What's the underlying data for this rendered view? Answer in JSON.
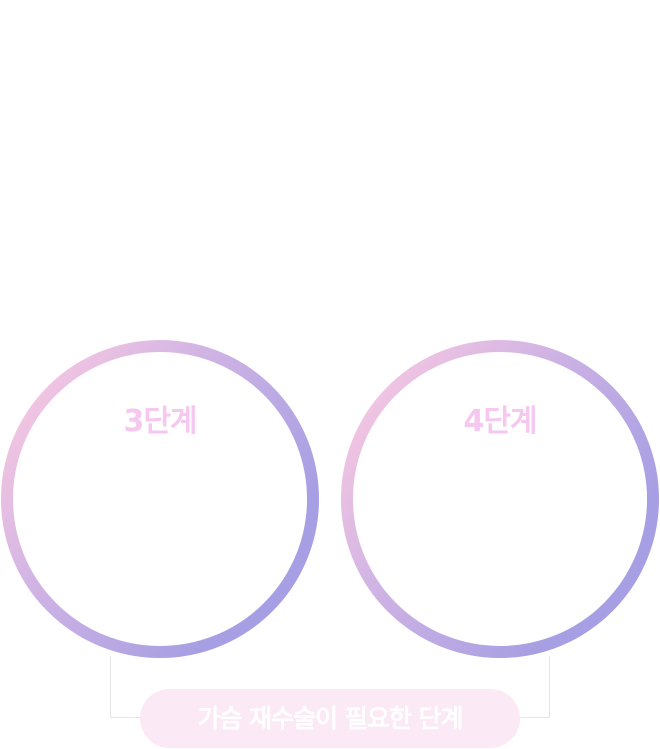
{
  "stages": [
    {
      "label": "3단계"
    },
    {
      "label": "4단계"
    }
  ],
  "footer": {
    "label": "가슴 재수술이 필요한 단계"
  },
  "colors": {
    "grad_start": "#f2c5e2",
    "grad_mid": "#cdb2e4",
    "grad_end": "#a79fe3",
    "stage_label": "#f6c7ef",
    "pill_bg": "#fbe9f5",
    "pill_text": "#ffffff",
    "connector": "#e4e4e4"
  }
}
